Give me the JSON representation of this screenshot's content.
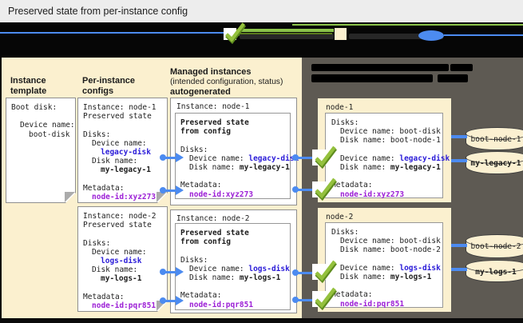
{
  "title_bar": {
    "title": "Preserved state from per-instance config"
  },
  "legend": {
    "icons": [
      "applied-checkmark",
      "preserved-state-swatch",
      "reference-oval"
    ]
  },
  "left_panel": {
    "column_headers": {
      "template": [
        "Instance",
        "template"
      ],
      "configs": [
        "Per-instance",
        "configs"
      ],
      "managed_bold": "Managed instances",
      "managed_sub": "(intended configuration, status)",
      "managed_bold2": "autogenerated"
    },
    "template_doc": {
      "line1": "Boot disk:",
      "device_label": "Device name:",
      "device_value": "boot-disk"
    },
    "config_docs": [
      {
        "instance_line": "Instance: node-1",
        "preserved_line": "Preserved state",
        "disks_label": "Disks:",
        "device_label": "Device name:",
        "device_value": "legacy-disk",
        "disk_label": "Disk name:",
        "disk_value": "my-legacy-1",
        "metadata_label": "Metadata:",
        "metadata_value": "node-id:xyz273"
      },
      {
        "instance_line": "Instance: node-2",
        "preserved_line": "Preserved state",
        "disks_label": "Disks:",
        "device_label": "Device name:",
        "device_value": "logs-disk",
        "disk_label": "Disk name:",
        "disk_value": "my-logs-1",
        "metadata_label": "Metadata:",
        "metadata_value": "node-id:pqr851"
      }
    ],
    "managed_boxes": [
      {
        "instance_line": "Instance: node-1",
        "preserved_line1": "Preserved state",
        "preserved_line2": "from config",
        "disks_label": "Disks:",
        "device_prefix": "Device name: ",
        "device_value": "legacy-disk",
        "disk_prefix": "Disk name: ",
        "disk_value": "my-legacy-1",
        "metadata_label": "Metadata:",
        "metadata_value": "node-id:xyz273"
      },
      {
        "instance_line": "Instance: node-2",
        "preserved_line1": "Preserved state",
        "preserved_line2": "from config",
        "disks_label": "Disks:",
        "device_prefix": "Device name: ",
        "device_value": "logs-disk",
        "disk_prefix": "Disk name: ",
        "disk_value": "my-logs-1",
        "metadata_label": "Metadata:",
        "metadata_value": "node-id:pqr851"
      }
    ]
  },
  "right_panel": {
    "vm_boxes": [
      {
        "name": "node-1",
        "disks_label": "Disks:",
        "boot_device_line": "Device name: boot-disk",
        "boot_disk_line": "Disk name: boot-node-1",
        "stateful_device_prefix": "Device name: ",
        "stateful_device_value": "legacy-disk",
        "stateful_disk_prefix": "Disk name: ",
        "stateful_disk_value": "my-legacy-1",
        "metadata_label": "Metadata:",
        "metadata_value": "node-id:xyz273"
      },
      {
        "name": "node-2",
        "disks_label": "Disks:",
        "boot_device_line": "Device name: boot-disk",
        "boot_disk_line": "Disk name: boot-node-2",
        "stateful_device_prefix": "Device name: ",
        "stateful_device_value": "logs-disk",
        "stateful_disk_prefix": "Disk name: ",
        "stateful_disk_value": "my-logs-1",
        "metadata_label": "Metadata:",
        "metadata_value": "node-id:pqr851"
      }
    ],
    "disks": [
      {
        "label": "boot-node-1"
      },
      {
        "label": "my-legacy-1"
      },
      {
        "label": "boot-node-2"
      },
      {
        "label": "my-logs-1"
      }
    ]
  },
  "colors": {
    "connector_blue": "#4C8BF0",
    "value_blue": "#2A1BD8",
    "value_purple": "#9C1FD6",
    "check_green": "#94C13D",
    "panel_beige": "#FBF0CF",
    "panel_dark": "#5E5A53"
  }
}
